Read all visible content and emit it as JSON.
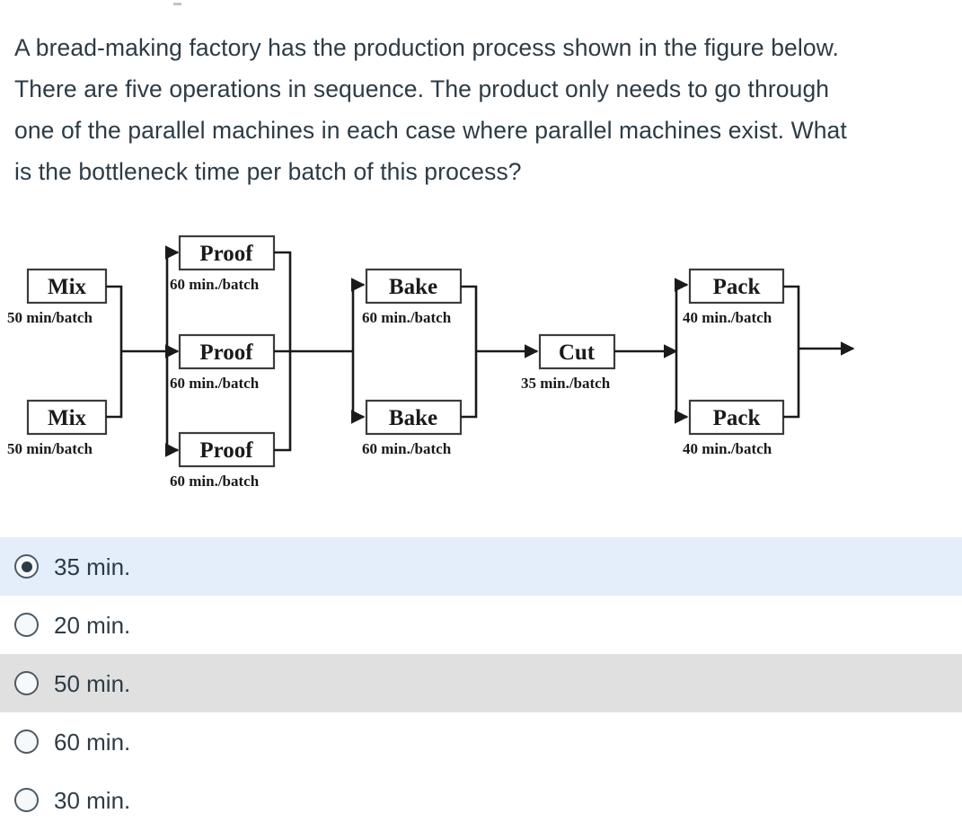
{
  "question": {
    "text": "A bread-making factory has the production process shown in the figure below.\nThere are five operations in sequence. The product only needs to go through\none of the parallel machines in each case where parallel machines exist. What\nis the bottleneck time per batch of this process?"
  },
  "figure": {
    "title": "bread-making production process flow diagram",
    "stages": [
      {
        "name": "Mix",
        "machines": [
          {
            "label": "Mix",
            "time": "50 min/batch"
          },
          {
            "label": "Mix",
            "time": "50 min/batch"
          }
        ]
      },
      {
        "name": "Proof",
        "machines": [
          {
            "label": "Proof",
            "time": "60 min./batch"
          },
          {
            "label": "Proof",
            "time": "60 min./batch"
          },
          {
            "label": "Proof",
            "time": "60 min./batch"
          }
        ]
      },
      {
        "name": "Bake",
        "machines": [
          {
            "label": "Bake",
            "time": "60 min./batch"
          },
          {
            "label": "Bake",
            "time": "60 min./batch"
          }
        ]
      },
      {
        "name": "Cut",
        "machines": [
          {
            "label": "Cut",
            "time": "35 min./batch"
          }
        ]
      },
      {
        "name": "Pack",
        "machines": [
          {
            "label": "Pack",
            "time": "40 min./batch"
          },
          {
            "label": "Pack",
            "time": "40 min./batch"
          }
        ]
      }
    ]
  },
  "answers": {
    "selected_index": 0,
    "hovered_index": 2,
    "options": [
      {
        "label": "35 min.",
        "selected": true,
        "hovered": false
      },
      {
        "label": "20 min.",
        "selected": false,
        "hovered": false
      },
      {
        "label": "50 min.",
        "selected": false,
        "hovered": true
      },
      {
        "label": "60 min.",
        "selected": false,
        "hovered": false
      },
      {
        "label": "30 min.",
        "selected": false,
        "hovered": false
      }
    ]
  },
  "colors": {
    "selected_row_bg": "#e4eefb",
    "hovered_row_bg": "#e0e0e0",
    "text": "#2d3b45",
    "diagram_ink": "#1a1a1a"
  }
}
